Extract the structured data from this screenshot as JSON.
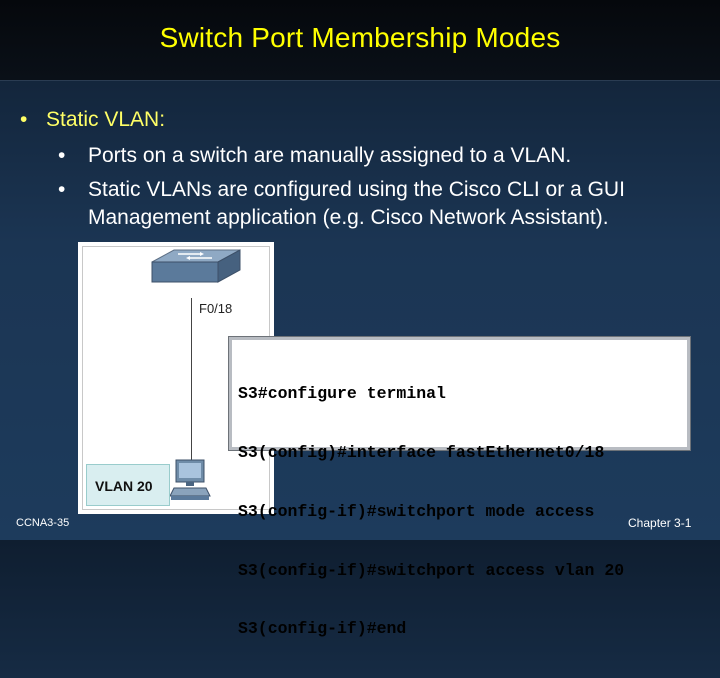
{
  "title": "Switch Port Membership Modes",
  "bullet": {
    "marker": "•",
    "text": "Static VLAN:",
    "subs": [
      {
        "marker": "•",
        "text": "Ports on a switch are manually assigned to a VLAN.",
        "cont": ""
      },
      {
        "marker": "•",
        "text": "Static VLANs are configured using the Cisco CLI or a GUI",
        "cont": "Management application (e.g. Cisco Network Assistant)."
      }
    ]
  },
  "diagram": {
    "port_label": "F0/18",
    "vlan_label": "VLAN 20"
  },
  "cli": {
    "lines": [
      "S3#configure terminal",
      "S3(config)#interface fastEthernet0/18",
      "S3(config-if)#switchport mode access",
      "S3(config-if)#switchport access vlan 20",
      "S3(config-if)#end"
    ]
  },
  "footer": {
    "left": "CCNA3-35",
    "right": "Chapter 3-1"
  }
}
